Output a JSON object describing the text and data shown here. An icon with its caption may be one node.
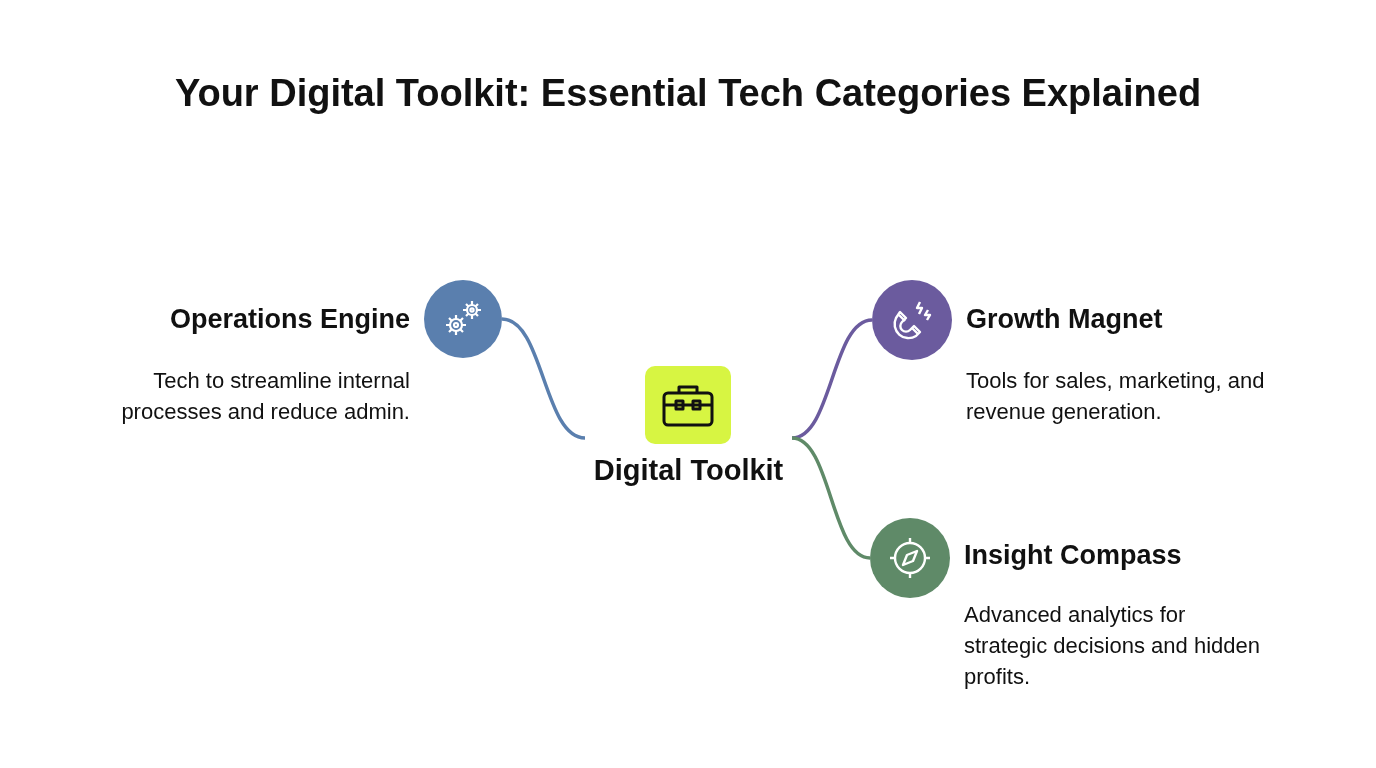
{
  "diagram": {
    "title": "Your Digital Toolkit: Essential Tech Categories Explained",
    "nodes": [
      {
        "text": [
          "Digital Toolkit"
        ]
      },
      {
        "text": [
          "Operations Engine",
          "Tech to streamline internal processes and reduce admin."
        ]
      },
      {
        "text": [
          "Growth Magnet",
          "Tools for sales, marketing, and revenue generation."
        ]
      },
      {
        "text": [
          "Insight Compass",
          "Advanced analytics for strategic decisions and hidden profits."
        ]
      }
    ],
    "edges": [
      {
        "from": 0,
        "to": 1,
        "arrow": "none",
        "color": "#5a7fae"
      },
      {
        "from": 0,
        "to": 2,
        "arrow": "none",
        "color": "#6b5b9e"
      },
      {
        "from": 0,
        "to": 3,
        "arrow": "none",
        "color": "#5f8a68"
      }
    ]
  }
}
